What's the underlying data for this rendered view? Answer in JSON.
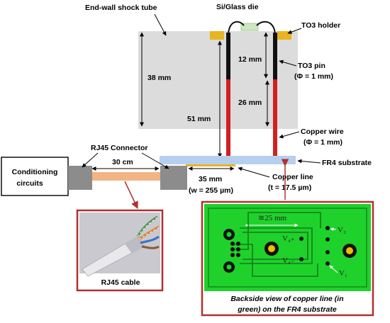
{
  "labels": {
    "end_wall": "End-wall shock tube",
    "die": "Si/Glass die",
    "to3_holder": "TO3 holder",
    "to3_pin": "TO3 pin",
    "to3_pin_dia": "(Φ = 1 mm)",
    "copper_wire": "Copper wire",
    "copper_wire_dia": "(Φ = 1 mm)",
    "fr4": "FR4 substrate",
    "copper_line": "Copper line",
    "copper_line_t": "(t = 17.5 µm)",
    "rj45_connector": "RJ45 Connector",
    "conditioning_1": "Conditioning",
    "conditioning_2": "circuits",
    "cable_len": "30 cm",
    "line_len": "35 mm",
    "line_width": "(w = 255 µm)"
  },
  "dimensions": {
    "d38": "38 mm",
    "d12": "12 mm",
    "d26": "26 mm",
    "d51": "51 mm"
  },
  "rj45_panel": {
    "caption": "RJ45 cable"
  },
  "pcb_panel": {
    "spacing": "≅25 mm",
    "v2": "V₂",
    "v1": "V₁",
    "v4p": "V₄₊",
    "v4m": "V₄₋",
    "caption_1": "Backside view of copper line (in",
    "caption_2": "green)  on the FR4 substrate"
  },
  "colors": {
    "shock_tube": "#dcdcdc",
    "holder": "#e8b420",
    "fr4": "#b7cfee",
    "pin_upper": "#111111",
    "pin_lower": "#d02020",
    "cable": "#f1b482",
    "frame": "#b03030",
    "pcb_green": "#1fd12b"
  }
}
